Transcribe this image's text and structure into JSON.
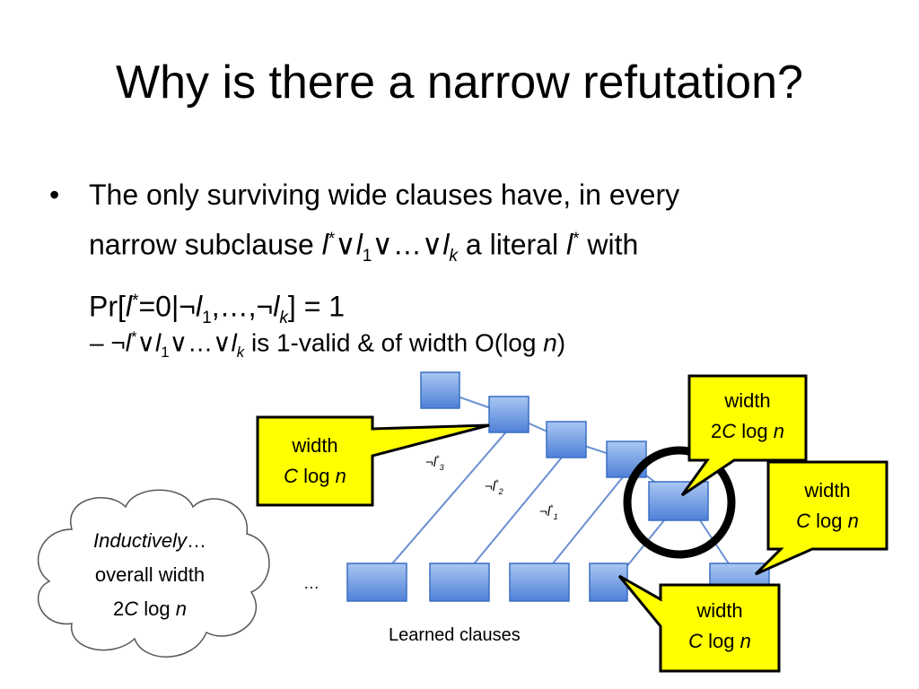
{
  "title": "Why is there a narrow refutation?",
  "bullet": {
    "marker": "•",
    "line1": "The only surviving wide clauses have, in every",
    "line2_a": "narrow subclause ",
    "lit_star": "l",
    "star": "*",
    "or": "∨",
    "lit1": "l",
    "sub1": "1",
    "ellipsis": "…",
    "litk": "l",
    "subk": "k",
    "line2_b": " a literal ",
    "line2_c": " with",
    "line3_a": "Pr[",
    "line3_b": "=0|¬",
    "line3_c": ",…,¬",
    "line3_d": "] = 1"
  },
  "subbullet": {
    "dash": "–",
    "neg": "¬",
    "text_a": " is 1-valid & of width O(log ",
    "n": "n",
    "text_b": ")"
  },
  "diagram": {
    "edge_labels": [
      {
        "neg": "¬",
        "lit": "l",
        "star": "*",
        "sub": "3"
      },
      {
        "neg": "¬",
        "lit": "l",
        "star": "*",
        "sub": "2"
      },
      {
        "neg": "¬",
        "lit": "l",
        "star": "*",
        "sub": "1"
      }
    ],
    "ellipsis": "…",
    "learned_caption": "Learned clauses"
  },
  "callouts": {
    "left": {
      "line1": "width",
      "c": "C",
      "rest": " log ",
      "n": "n"
    },
    "top_right": {
      "line1": "width",
      "pre": "2",
      "c": "C",
      "rest": " log ",
      "n": "n"
    },
    "right": {
      "line1": "width",
      "c": "C",
      "rest": " log ",
      "n": "n"
    },
    "bottom": {
      "line1": "width",
      "c": "C",
      "rest": " log ",
      "n": "n"
    }
  },
  "cloud": {
    "word_italic": "Inductively",
    "ellipsis": "…",
    "line2": "overall width",
    "pre": "2",
    "c": "C",
    "rest": " log ",
    "n": "n"
  },
  "colors": {
    "box_fill_top": "#a9c7f2",
    "box_fill_bottom": "#4f81d8",
    "box_stroke": "#3a6fc4",
    "edge": "#6a8fd0",
    "callout_fill": "#ffff00",
    "callout_stroke": "#000000",
    "circle": "#000000"
  }
}
